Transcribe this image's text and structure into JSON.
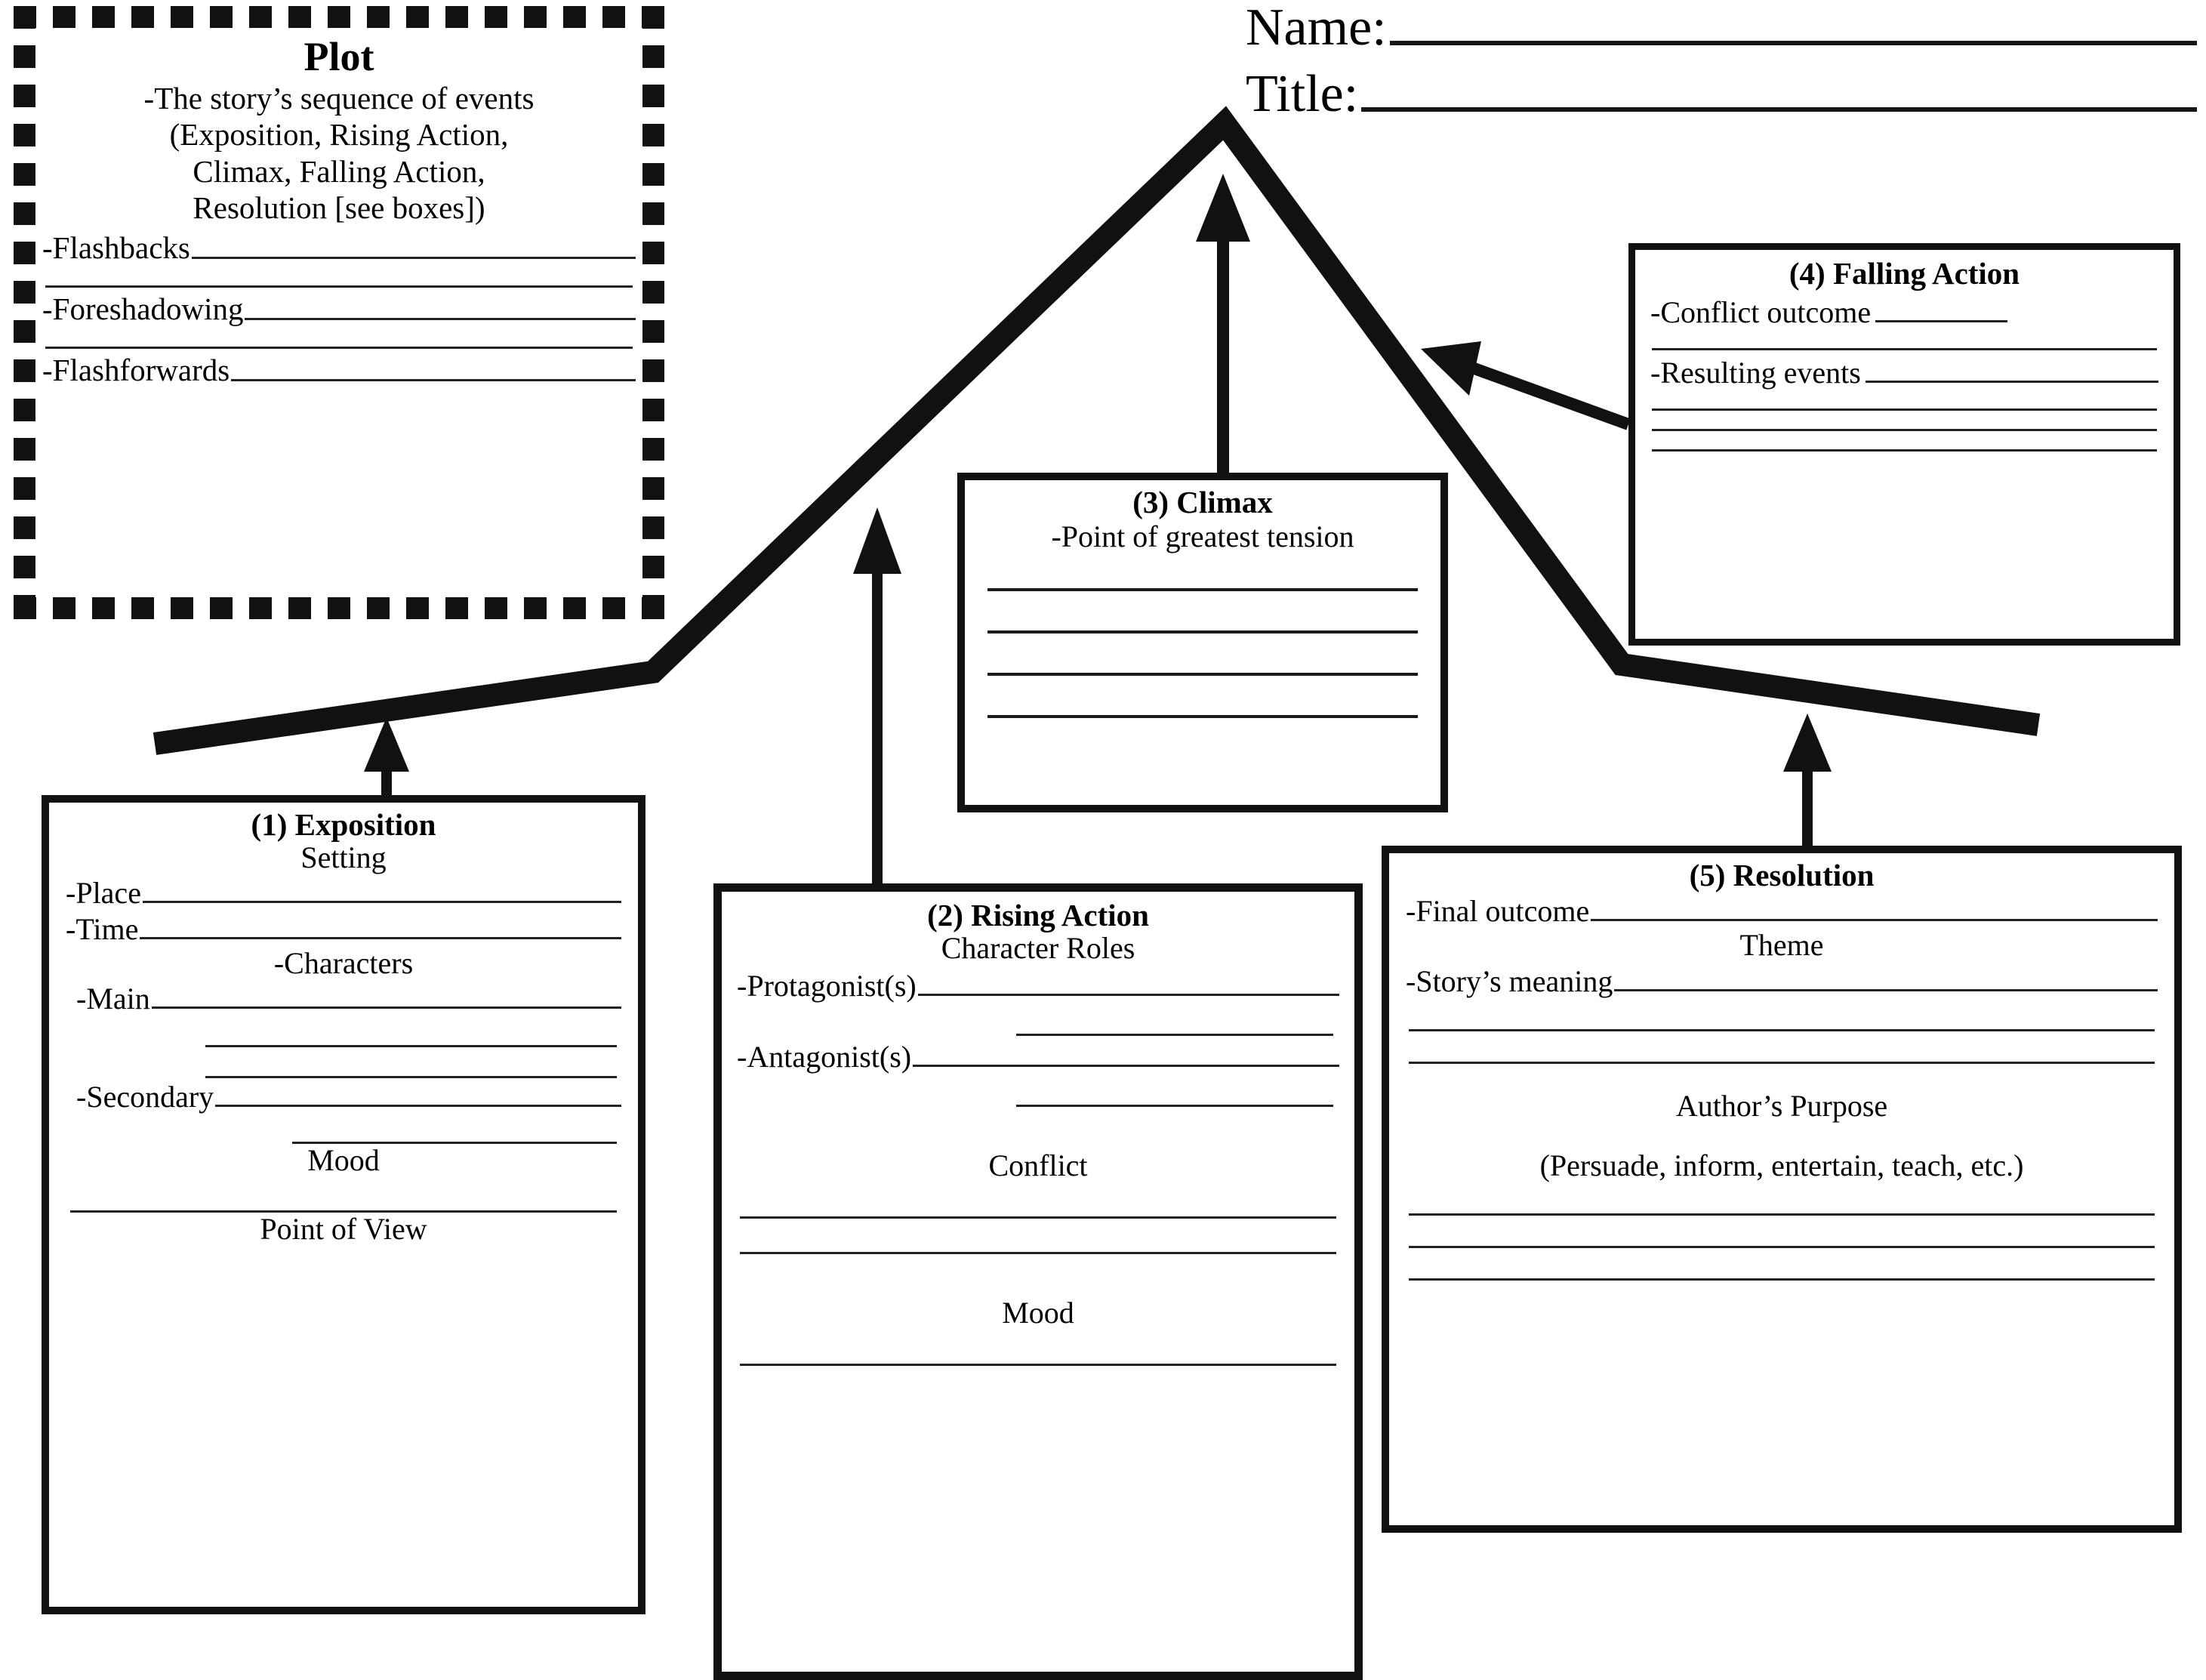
{
  "header": {
    "name_label": "Name:",
    "title_label": "Title:"
  },
  "plot": {
    "title": "Plot",
    "description_lines": [
      "-The story’s sequence of events",
      "(Exposition, Rising Action,",
      "Climax, Falling Action,",
      "Resolution [see boxes])"
    ],
    "fields": [
      "-Flashbacks",
      "-Foreshadowing",
      "-Flashforwards"
    ]
  },
  "exposition": {
    "heading": "(1) Exposition",
    "subheading_setting": "Setting",
    "field_place": "-Place",
    "field_time": "-Time",
    "subheading_characters": "-Characters",
    "field_main": "-Main",
    "field_secondary": "-Secondary",
    "subheading_mood": "Mood",
    "subheading_pov": "Point of View"
  },
  "rising_action": {
    "heading": "(2) Rising Action",
    "subheading_roles": "Character Roles",
    "field_protagonist": "-Protagonist(s)",
    "field_antagonist": "-Antagonist(s)",
    "subheading_conflict": "Conflict",
    "subheading_mood": "Mood"
  },
  "climax": {
    "heading": "(3) Climax",
    "description": "-Point of greatest tension"
  },
  "falling_action": {
    "heading": "(4) Falling Action",
    "field_conflict_outcome": "-Conflict outcome",
    "field_resulting_events": "-Resulting events"
  },
  "resolution": {
    "heading": "(5) Resolution",
    "field_final_outcome": "-Final outcome",
    "subheading_theme": "Theme",
    "field_story_meaning": "-Story’s meaning",
    "subheading_authors_purpose": "Author’s Purpose",
    "authors_purpose_examples": "(Persuade, inform, entertain, teach, etc.)"
  },
  "diagram": {
    "arc_label": "plot-arc",
    "arrows": [
      "exposition-arrow-up",
      "rising-action-arrow-up",
      "climax-arrow-up",
      "falling-action-arrow-diagonal",
      "resolution-arrow-up"
    ],
    "ink_color": "#111111"
  }
}
